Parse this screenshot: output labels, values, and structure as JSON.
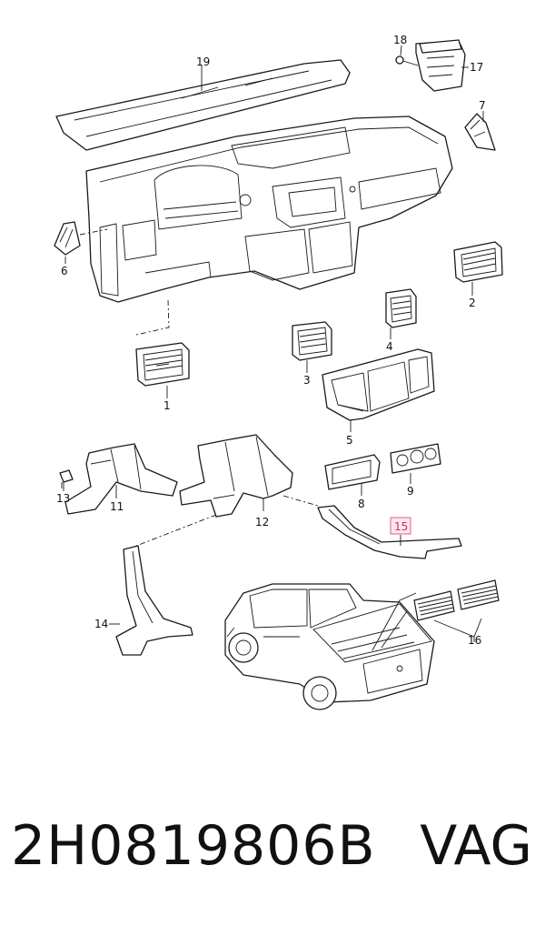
{
  "callouts": {
    "c1": "1",
    "c2": "2",
    "c3": "3",
    "c4": "4",
    "c5": "5",
    "c6": "6",
    "c7": "7",
    "c8": "8",
    "c9": "9",
    "c11": "11",
    "c12": "12",
    "c13": "13",
    "c14": "14",
    "c15": "15",
    "c16": "16",
    "c17": "17",
    "c18": "18",
    "c19": "19"
  },
  "highlight": {
    "callout": "15",
    "color": "#e0628a"
  },
  "footer": {
    "part_number": "2H0819806B",
    "brand": "VAG"
  }
}
